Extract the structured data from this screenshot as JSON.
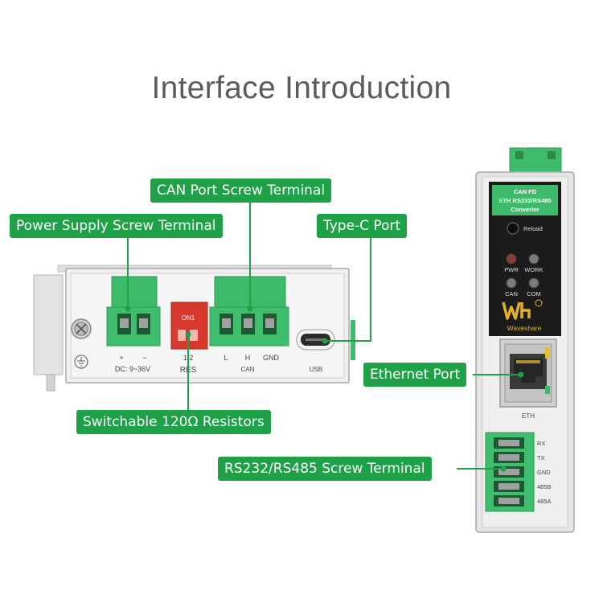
{
  "title": "Interface Introduction",
  "callouts": {
    "can_port": "CAN Port Screw Terminal",
    "power_supply": "Power Supply Screw Terminal",
    "type_c": "Type-C Port",
    "ethernet": "Ethernet Port",
    "resistors": "Switchable 120Ω Resistors",
    "rs232_rs485": "RS232/RS485 Screw Terminal"
  },
  "device_side": {
    "power_plus": "+",
    "power_minus": "−",
    "power_range": "DC: 9~36V",
    "dip_numbers": "1  2",
    "dip_on": "ON1",
    "res_label": "RES",
    "can_l": "L",
    "can_h": "H",
    "can_gnd": "GND",
    "can_label": "CAN",
    "usb_label": "USB"
  },
  "device_front": {
    "model_line1": "CAN FD",
    "model_line2": "ETH RS232/RS485",
    "model_line3": "Converter",
    "reload": "Reload",
    "led_pwr": "PWR",
    "led_work": "WORK",
    "led_can": "CAN",
    "led_com": "COM",
    "brand": "Waveshare",
    "eth_label": "ETH",
    "pins": [
      "RX",
      "TX",
      "GND",
      "485B",
      "485A"
    ]
  },
  "colors": {
    "accent_green": "#1fa148",
    "terminal_green": "#3dbb6a",
    "title_gray": "#5b5b5b",
    "dip_red": "#d9382c"
  }
}
